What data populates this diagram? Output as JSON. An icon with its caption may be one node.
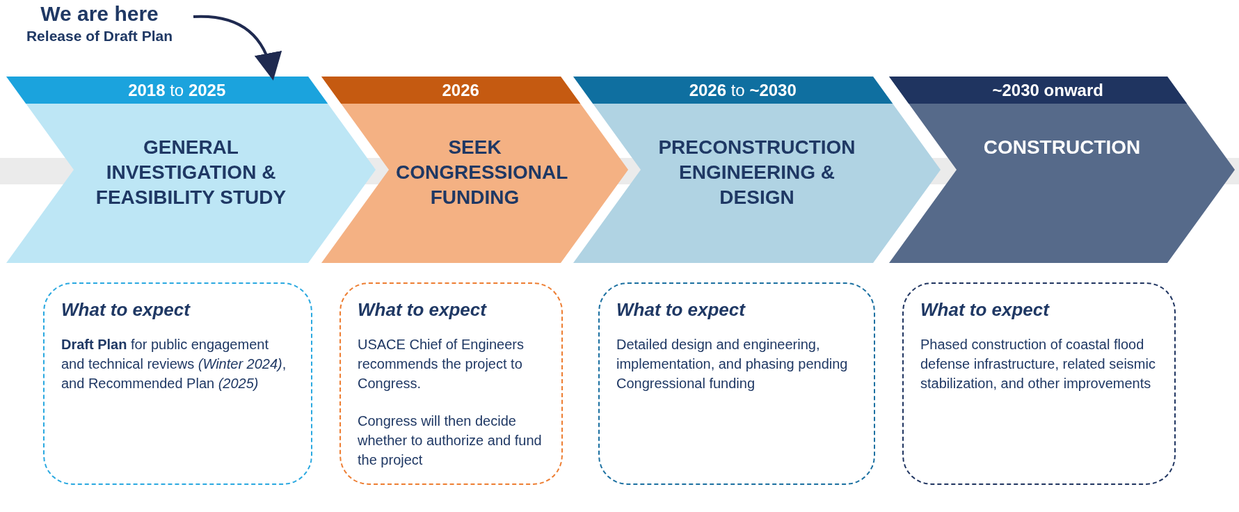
{
  "diagram": {
    "nodes": [
      {
        "text": [
          "We are here",
          "Release of Draft Plan"
        ]
      },
      {
        "text": [
          "**2018** to **2025**",
          "GENERAL INVESTIGATION & FEASIBILITY STUDY"
        ]
      },
      {
        "text": [
          "2026",
          "SEEK CONGRESSIONAL FUNDING"
        ]
      },
      {
        "text": [
          "**2026** to **~2030**",
          "PRECONSTRUCTION ENGINEERING & DESIGN"
        ]
      },
      {
        "text": [
          "~2030 onward",
          "CONSTRUCTION"
        ]
      },
      {
        "text": [
          "What to expect",
          "**Draft Plan** for public engagement and technical reviews *(Winter 2024)*, and Recommended Plan *(2025)*"
        ]
      },
      {
        "text": [
          "What to expect",
          "USACE Chief of Engineers recommends the project to Congress.",
          "Congress will then decide whether to authorize and fund the project"
        ]
      },
      {
        "text": [
          "What to expect",
          "Detailed design and engineering, implementation, and phasing pending Congressional funding"
        ]
      },
      {
        "text": [
          "What to expect",
          "Phased construction of coastal flood defense infrastructure, related seismic stabilization, and other improvements"
        ]
      }
    ],
    "edges": [
      {
        "from": 0,
        "to": 1,
        "arrow": "to"
      }
    ]
  }
}
